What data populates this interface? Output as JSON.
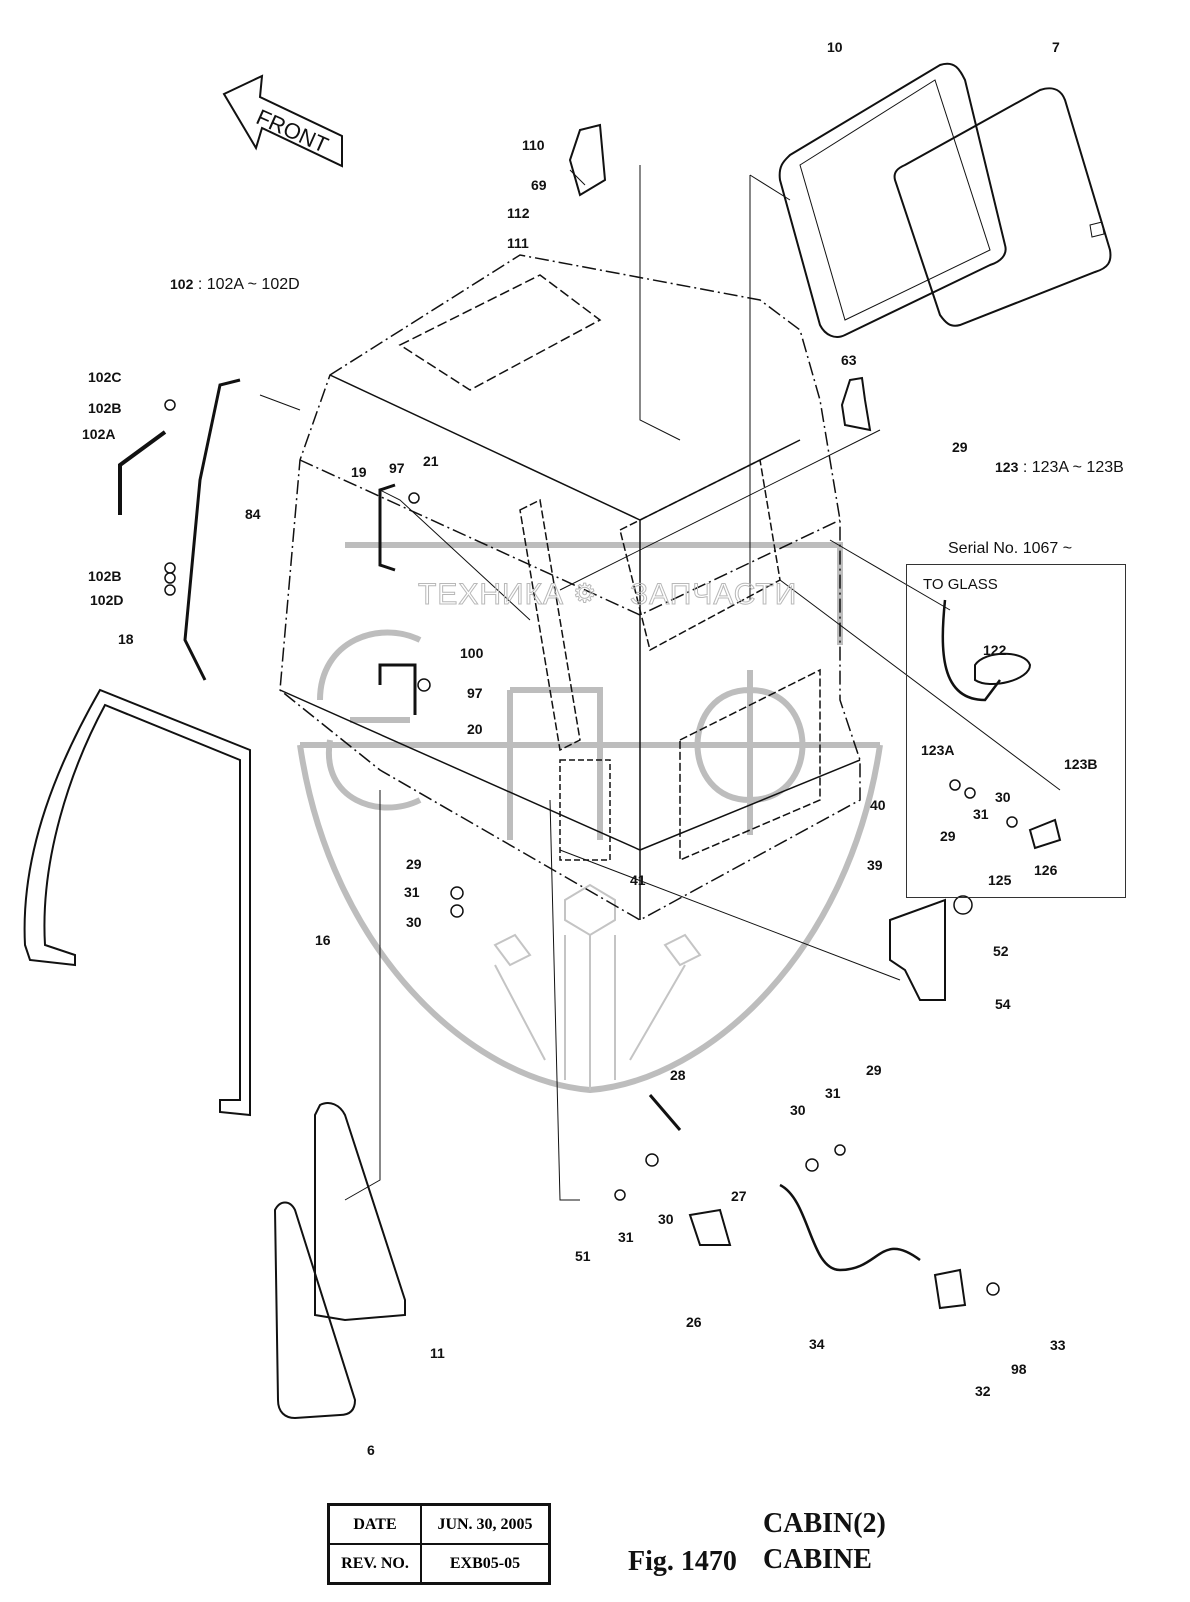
{
  "figure": {
    "number_label": "Fig. 1470",
    "title_en": "CABIN(2)",
    "title_fr": "CABINE"
  },
  "title_block": {
    "date_label": "DATE",
    "date_value": "JUN. 30, 2005",
    "rev_label": "REV. NO.",
    "rev_value": "EXB05-05"
  },
  "direction_arrow": {
    "label": "FRONT",
    "icon": "arrow-left-icon"
  },
  "notes": {
    "kit_102": {
      "key": "102",
      "range": ": 102A ~ 102D"
    },
    "kit_123": {
      "key": "123",
      "range": ": 123A ~ 123B"
    },
    "serial": "Serial No. 1067 ~",
    "to_glass": "TO GLASS"
  },
  "watermark": {
    "text_left": "ТЕХНИКА",
    "text_right": "ЗАПЧАСТИ",
    "logo_letters": "эпф",
    "gear_icon": "gear-icon"
  },
  "callouts": [
    {
      "id": "10",
      "text": "10"
    },
    {
      "id": "7",
      "text": "7"
    },
    {
      "id": "110",
      "text": "110"
    },
    {
      "id": "69",
      "text": "69"
    },
    {
      "id": "112",
      "text": "112"
    },
    {
      "id": "111",
      "text": "111"
    },
    {
      "id": "102C",
      "text": "102C"
    },
    {
      "id": "102B-top",
      "text": "102B"
    },
    {
      "id": "102A",
      "text": "102A"
    },
    {
      "id": "84",
      "text": "84"
    },
    {
      "id": "102B-bottom",
      "text": "102B"
    },
    {
      "id": "102D",
      "text": "102D"
    },
    {
      "id": "18",
      "text": "18"
    },
    {
      "id": "19",
      "text": "19"
    },
    {
      "id": "97-top",
      "text": "97"
    },
    {
      "id": "21",
      "text": "21"
    },
    {
      "id": "63",
      "text": "63"
    },
    {
      "id": "29-top",
      "text": "29"
    },
    {
      "id": "100",
      "text": "100"
    },
    {
      "id": "97-mid",
      "text": "97"
    },
    {
      "id": "20",
      "text": "20"
    },
    {
      "id": "29-mid",
      "text": "29"
    },
    {
      "id": "31-mid",
      "text": "31"
    },
    {
      "id": "30-mid",
      "text": "30"
    },
    {
      "id": "41",
      "text": "41"
    },
    {
      "id": "40",
      "text": "40"
    },
    {
      "id": "39",
      "text": "39"
    },
    {
      "id": "16",
      "text": "16"
    },
    {
      "id": "122",
      "text": "122"
    },
    {
      "id": "123A",
      "text": "123A"
    },
    {
      "id": "123B",
      "text": "123B"
    },
    {
      "id": "30-serial",
      "text": "30"
    },
    {
      "id": "31-serial",
      "text": "31"
    },
    {
      "id": "29-serial",
      "text": "29"
    },
    {
      "id": "125",
      "text": "125"
    },
    {
      "id": "126",
      "text": "126"
    },
    {
      "id": "52",
      "text": "52"
    },
    {
      "id": "54",
      "text": "54"
    },
    {
      "id": "28",
      "text": "28"
    },
    {
      "id": "29-low",
      "text": "29"
    },
    {
      "id": "31-low-r",
      "text": "31"
    },
    {
      "id": "30-low-r",
      "text": "30"
    },
    {
      "id": "27",
      "text": "27"
    },
    {
      "id": "30-low-l",
      "text": "30"
    },
    {
      "id": "31-low-l",
      "text": "31"
    },
    {
      "id": "51",
      "text": "51"
    },
    {
      "id": "26",
      "text": "26"
    },
    {
      "id": "34",
      "text": "34"
    },
    {
      "id": "33",
      "text": "33"
    },
    {
      "id": "98",
      "text": "98"
    },
    {
      "id": "32",
      "text": "32"
    },
    {
      "id": "11",
      "text": "11"
    },
    {
      "id": "6",
      "text": "6"
    }
  ]
}
